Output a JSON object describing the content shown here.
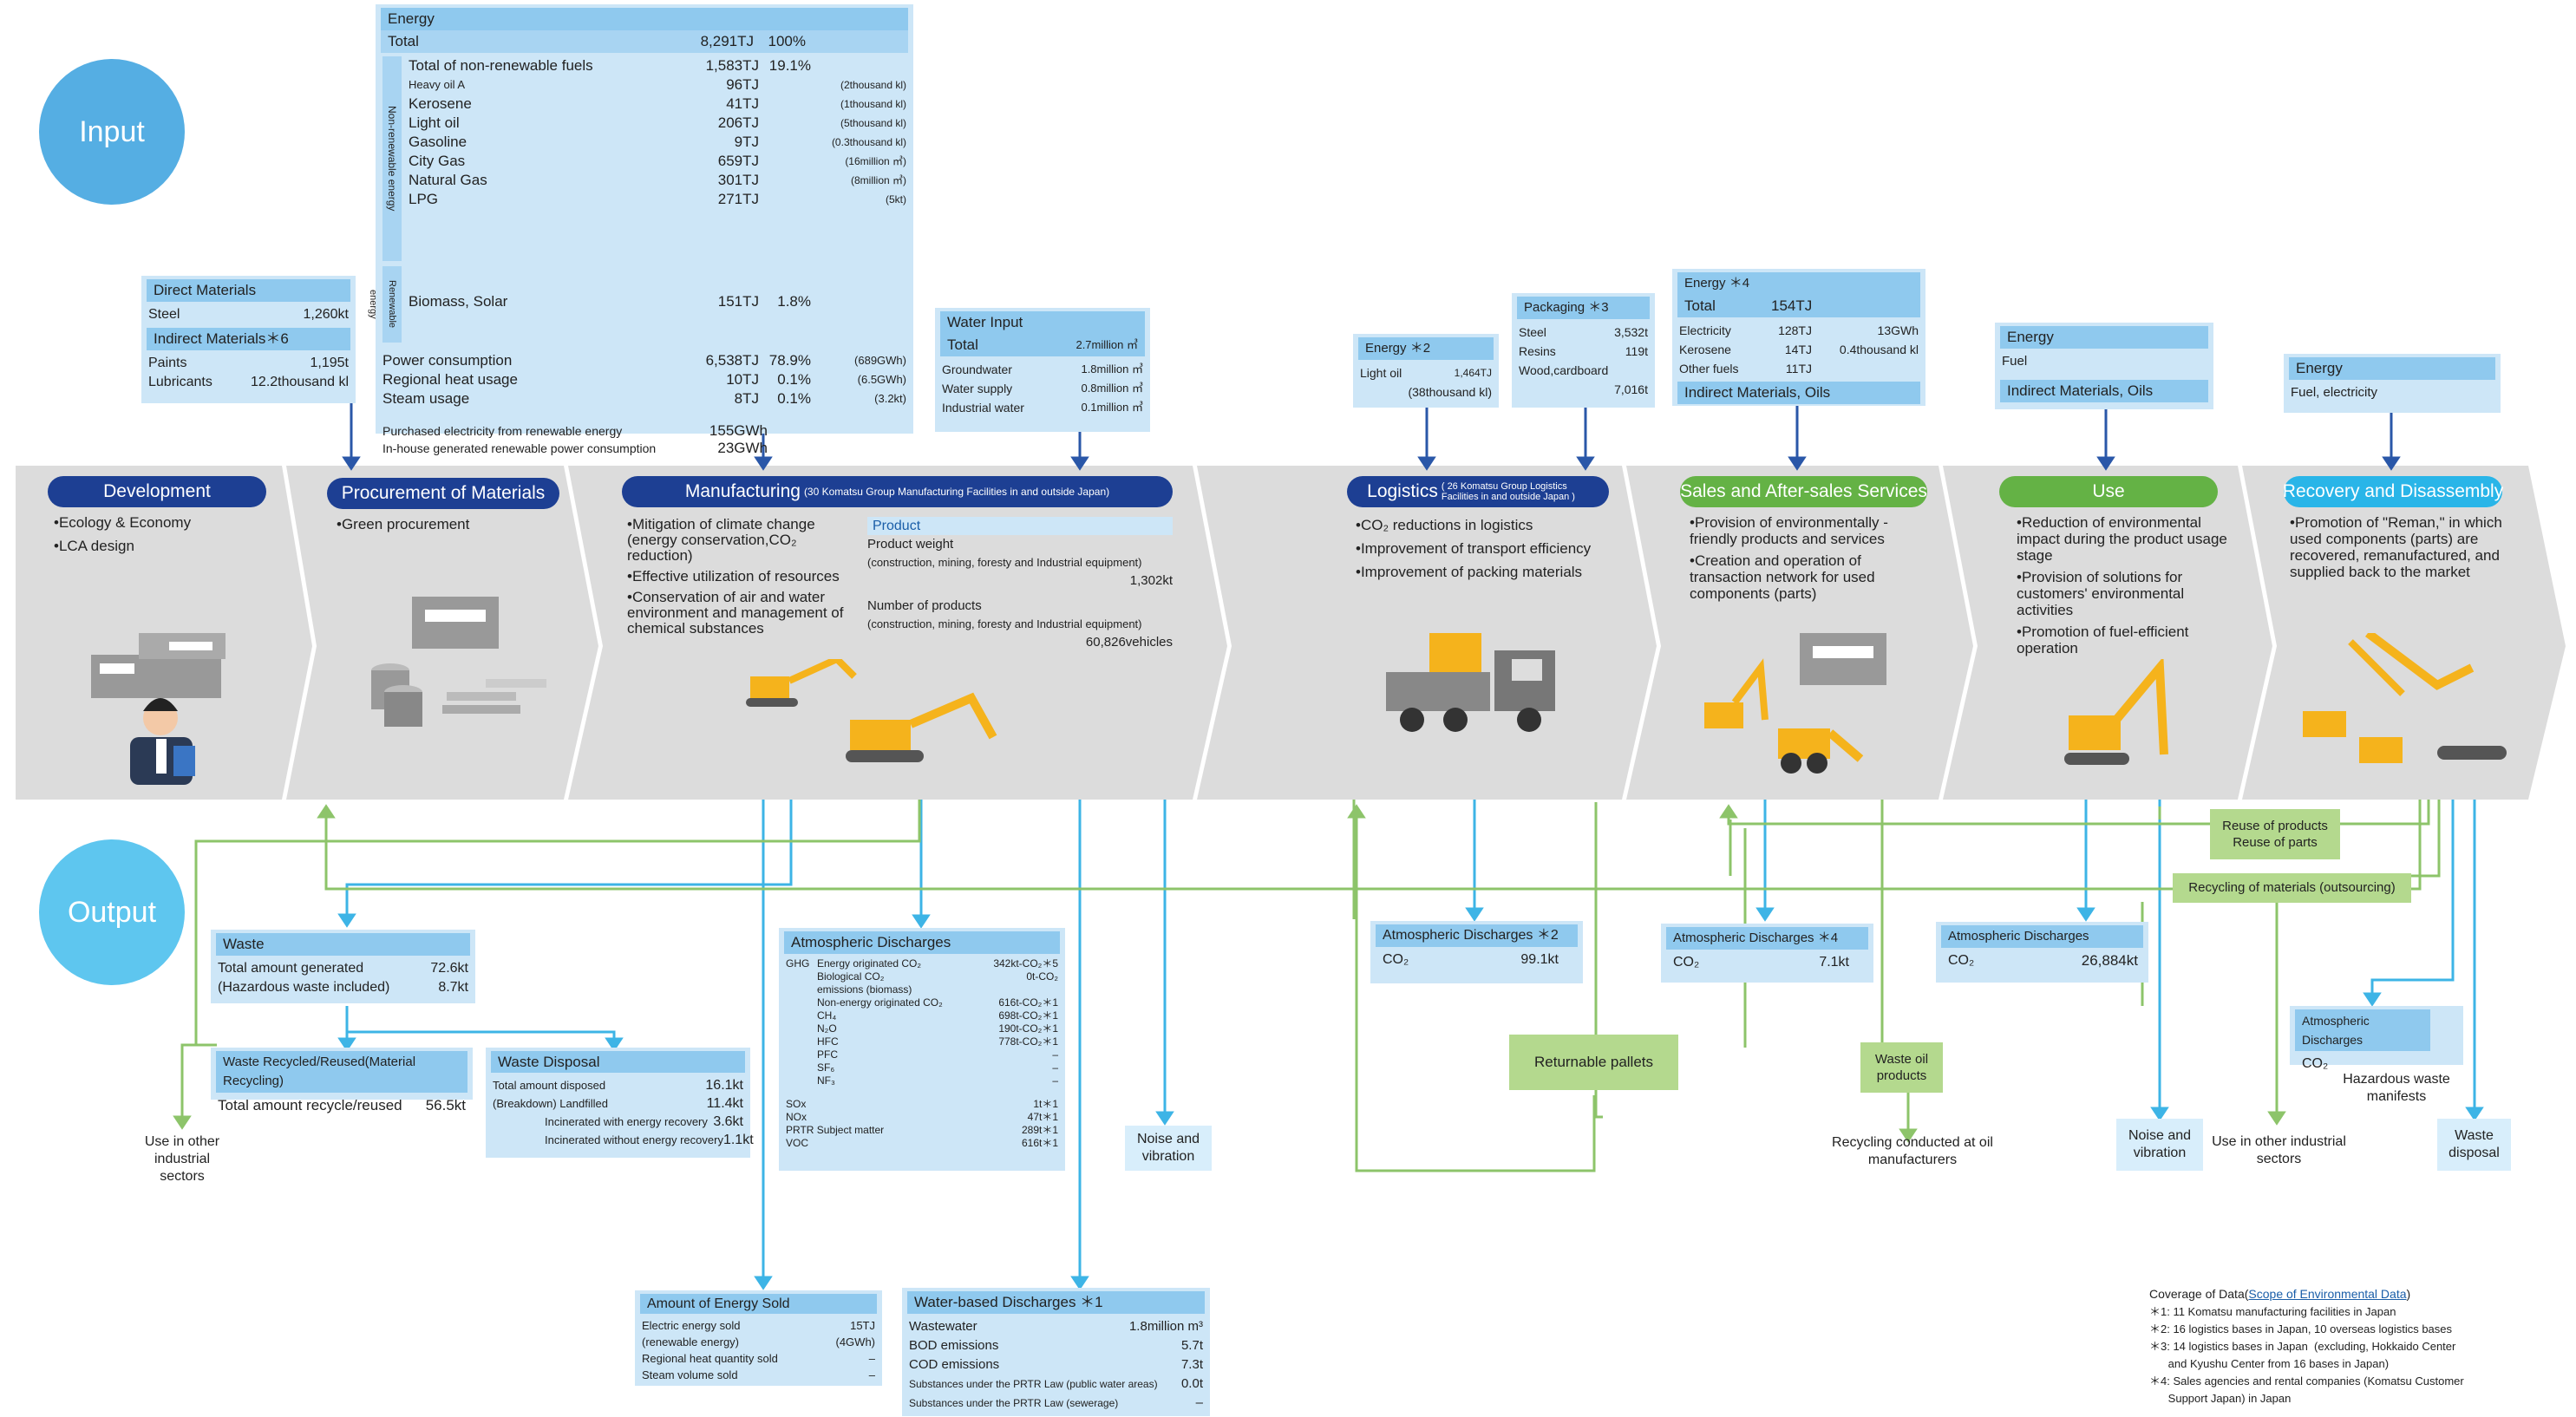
{
  "circles": {
    "input": "Input",
    "output": "Output"
  },
  "energy": {
    "header": "Energy",
    "total_label": "Total",
    "total_value": "8,291TJ",
    "total_pct": "100%",
    "nonren_side": "Non-renewable energy",
    "ren_side": "Renewable energy",
    "nonren_label": "Total of non-renewable fuels",
    "nonren_value": "1,583TJ",
    "nonren_pct": "19.1%",
    "fuels": [
      {
        "name": "Heavy oil A",
        "value": "96TJ",
        "unit": "(2thousand kl)"
      },
      {
        "name": "Kerosene",
        "value": "41TJ",
        "unit": "(1thousand kl)"
      },
      {
        "name": "Light oil",
        "value": "206TJ",
        "unit": "(5thousand kl)"
      },
      {
        "name": "Gasoline",
        "value": "9TJ",
        "unit": "(0.3thousand kl)"
      },
      {
        "name": "City Gas",
        "value": "659TJ",
        "unit": "(16million ㎥)"
      },
      {
        "name": "Natural Gas",
        "value": "301TJ",
        "unit": "(8million ㎥)"
      },
      {
        "name": "LPG",
        "value": "271TJ",
        "unit": "(5kt)"
      }
    ],
    "biomass_label": "Biomass, Solar",
    "biomass_value": "151TJ",
    "biomass_pct": "1.8%",
    "power": [
      {
        "name": "Power consumption",
        "value": "6,538TJ",
        "pct": "78.9%",
        "unit": "(689GWh)"
      },
      {
        "name": "Regional heat usage",
        "value": "10TJ",
        "pct": "0.1%",
        "unit": "(6.5GWh)"
      },
      {
        "name": "Steam usage",
        "value": "8TJ",
        "pct": "0.1%",
        "unit": "(3.2kt)"
      }
    ],
    "purchased_label": "Purchased electricity from renewable energy",
    "purchased_value": "155GWh",
    "inhouse_label": "In-house generated renewable power consumption",
    "inhouse_value": "23GWh"
  },
  "materials": {
    "direct_header": "Direct Materials",
    "steel_label": "Steel",
    "steel_value": "1,260kt",
    "indirect_header": "Indirect Materials＊6",
    "paints_label": "Paints",
    "paints_value": "1,195t",
    "lubricants_label": "Lubricants",
    "lubricants_value": "12.2thousand kl"
  },
  "water_input": {
    "header": "Water Input",
    "total_label": "Total",
    "total_value": "2.7million ㎥",
    "items": [
      {
        "name": "Groundwater",
        "value": "1.8million ㎥"
      },
      {
        "name": "Water supply",
        "value": "0.8million ㎥"
      },
      {
        "name": "Industrial  water",
        "value": "0.1million ㎥"
      }
    ]
  },
  "logistics_energy": {
    "header": "Energy ＊2",
    "label": "Light oil",
    "value": "1,464TJ",
    "unit": "(38thousand  kl)"
  },
  "packaging": {
    "header": "Packaging ＊3",
    "items": [
      {
        "name": "Steel",
        "value": "3,532t"
      },
      {
        "name": "Resins",
        "value": "119t"
      },
      {
        "name": "Wood,cardboard",
        "value": ""
      }
    ],
    "extra": "7,016t"
  },
  "sales_energy": {
    "header": "Energy ＊4",
    "total_label": "Total",
    "total_value": "154TJ",
    "items": [
      {
        "name": "Electricity",
        "value": "128TJ",
        "unit": "13GWh"
      },
      {
        "name": "Kerosene",
        "value": "14TJ",
        "unit": "0.4thousand kl"
      },
      {
        "name": "Other fuels",
        "value": "11TJ",
        "unit": ""
      }
    ],
    "footer": "Indirect Materials, Oils"
  },
  "use_energy": {
    "header": "Energy",
    "fuel": "Fuel",
    "footer": "Indirect Materials, Oils"
  },
  "recovery_energy": {
    "header": "Energy",
    "fuel": "Fuel, electricity"
  },
  "stages": [
    {
      "title": "Development",
      "items": [
        "•Ecology & Economy",
        "•LCA design"
      ]
    },
    {
      "title": "Procurement of Materials",
      "items": [
        "•Green procurement"
      ]
    },
    {
      "title": "Manufacturing",
      "subtitle": "(30 Komatsu Group Manufacturing Facilities in and outside Japan)",
      "items": [
        "•Mitigation of climate change (energy conservation,CO₂ reduction)",
        "•Effective utilization of resources",
        "•Conservation of air and water environment and management of chemical substances"
      ]
    },
    {
      "title": "Logistics",
      "subtitle": "( 26 Komatsu Group Logistics Facilities in and outside Japan )",
      "items": [
        "•CO₂ reductions in logistics",
        "•Improvement of transport efficiency",
        "•Improvement of packing materials"
      ]
    },
    {
      "title": "Sales and After-sales Services",
      "items": [
        "•Provision of environmentally -friendly products and services",
        "•Creation and operation of transaction network for used components (parts)"
      ]
    },
    {
      "title": "Use",
      "items": [
        "•Reduction of environmental impact during the product usage stage",
        "•Provision of solutions for customers' environmental activities",
        "•Promotion of fuel-efficient operation"
      ]
    },
    {
      "title": "Recovery and Disassembly",
      "items": [
        "•Promotion of \"Reman,\" in which used components (parts) are recovered, remanufactured, and supplied back to the market"
      ]
    }
  ],
  "product": {
    "header": "Product",
    "weight_label": "Product weight",
    "weight_desc": "(construction, mining, foresty and Industrial equipment)",
    "weight_value": "1,302kt",
    "number_label": "Number of products",
    "number_desc": "(construction, mining, foresty and Industrial equipment)",
    "number_value": "60,826vehicles"
  },
  "waste": {
    "header": "Waste",
    "total_label": "Total amount generated",
    "total_value": "72.6kt",
    "haz_label": "(Hazardous waste included)",
    "haz_value": "8.7kt"
  },
  "recycled": {
    "header": "Waste Recycled/Reused(Material Recycling)",
    "label": "Total amount recycle/reused",
    "value": "56.5kt"
  },
  "disposal": {
    "header": "Waste Disposal",
    "items": [
      {
        "name": "Total amount disposed",
        "value": "16.1kt"
      },
      {
        "name": "(Breakdown) Landfilled",
        "value": "11.4kt"
      },
      {
        "name": "Incinerated with energy recovery",
        "value": "3.6kt"
      },
      {
        "name": "Incinerated without energy recovery",
        "value": "1.1kt"
      }
    ]
  },
  "atmo_mfg": {
    "header": "Atmospheric Discharges",
    "ghg_label": "GHG",
    "rows": [
      {
        "name": "Energy originated CO₂",
        "value": "342kt-CO₂＊5"
      },
      {
        "name": "Biological CO₂",
        "value": "0t-CO₂"
      },
      {
        "name": "emissions (biomass)",
        "value": ""
      },
      {
        "name": "Non-energy originated CO₂",
        "value": "616t-CO₂＊1"
      },
      {
        "name": "CH₄",
        "value": "698t-CO₂＊1"
      },
      {
        "name": "N₂O",
        "value": "190t-CO₂＊1"
      },
      {
        "name": "HFC",
        "value": "778t-CO₂＊1"
      },
      {
        "name": "PFC",
        "value": "–"
      },
      {
        "name": "SF₆",
        "value": "–"
      },
      {
        "name": "NF₃",
        "value": "–"
      }
    ],
    "other": [
      {
        "name": "SOx",
        "value": "1t＊1"
      },
      {
        "name": "NOx",
        "value": "47t＊1"
      },
      {
        "name": "PRTR Subject matter",
        "value": "289t＊1"
      },
      {
        "name": "VOC",
        "value": "616t＊1"
      }
    ]
  },
  "atmo_log": {
    "header": "Atmospheric Discharges ＊2",
    "label": "CO₂",
    "value": "99.1kt"
  },
  "atmo_sales": {
    "header": "Atmospheric Discharges ＊4",
    "label": "CO₂",
    "value": "7.1kt"
  },
  "atmo_use": {
    "header": "Atmospheric Discharges",
    "label": "CO₂",
    "value": "26,884kt"
  },
  "atmo_rec": {
    "header": "Atmospheric Discharges",
    "label": "CO₂"
  },
  "energy_sold": {
    "header": "Amount of Energy Sold",
    "rows": [
      {
        "name": "Electric energy sold",
        "value": "15TJ"
      },
      {
        "name": "(renewable energy)",
        "value": "(4GWh)"
      },
      {
        "name": "Regional heat quantity sold",
        "value": "–"
      },
      {
        "name": "Steam volume sold",
        "value": "–"
      }
    ]
  },
  "water_discharge": {
    "header": "Water-based Discharges ＊1",
    "rows": [
      {
        "name": "Wastewater",
        "value": "1.8million m³"
      },
      {
        "name": "BOD emissions",
        "value": "5.7t"
      },
      {
        "name": "COD emissions",
        "value": "7.3t"
      },
      {
        "name": "Substances under the PRTR Law (public water areas)",
        "value": "0.0t"
      },
      {
        "name": "Substances under the PRTR Law (sewerage)",
        "value": "–"
      }
    ]
  },
  "green": {
    "reuse": "Reuse of products\nReuse of parts",
    "recycling": "Recycling of materials (outsourcing)",
    "pallets": "Returnable pallets",
    "waste_oil": "Waste oil\nproducts"
  },
  "labels": {
    "use_other1": "Use in other\nindustrial\nsectors",
    "noise1": "Noise and\nvibration",
    "recycle_oil": "Recycling conducted at oil\nmanufacturers",
    "noise2": "Noise and\nvibration",
    "use_other2": "Use in other industrial\nsectors",
    "haz_manifest": "Hazardous waste\nmanifests",
    "waste_disposal": "Waste\ndisposal"
  },
  "coverage": {
    "title": "Coverage of Data(",
    "link": "Scope of Environmental Data",
    "close": ")",
    "notes": [
      "＊1: 11 Komatsu manufacturing facilities in Japan",
      "＊2: 16 logistics bases in Japan, 10 overseas logistics bases",
      "＊3: 14 logistics bases in Japan  (excluding, Hokkaido Center",
      "      and Kyushu Center from 16 bases in Japan)",
      "＊4: Sales agencies and rental companies (Komatsu Customer",
      "      Support Japan) in Japan"
    ]
  },
  "colors": {
    "navy": "#1d3f93",
    "green": "#64b245",
    "cyan": "#29b5e8",
    "light": "#cde6f7",
    "header": "#8fc9ee",
    "chevron": "#d9d9d9"
  }
}
